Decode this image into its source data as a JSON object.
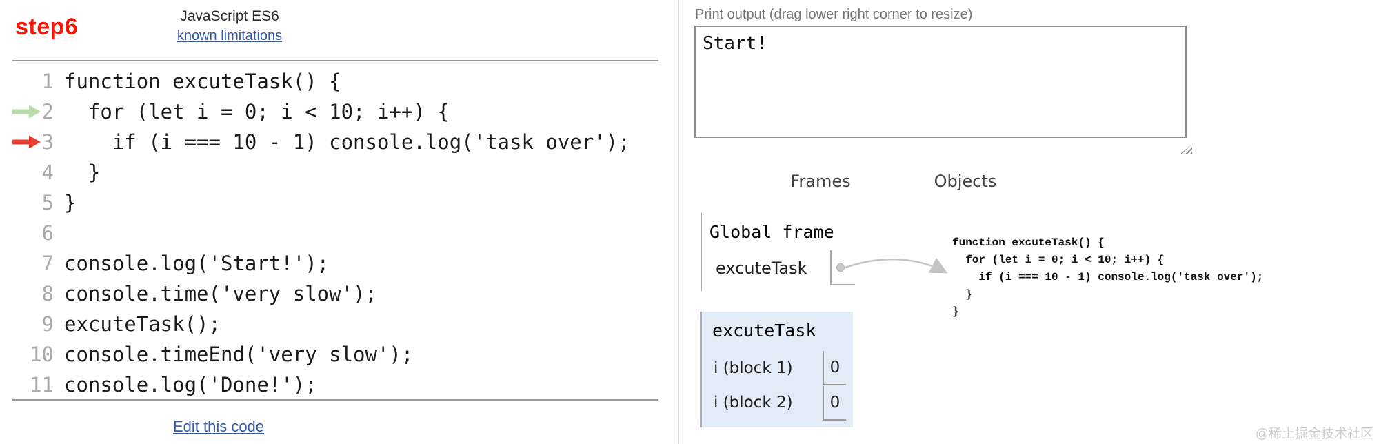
{
  "header": {
    "step_label": "step6",
    "language": "JavaScript ES6",
    "limitations_link": "known limitations"
  },
  "code_panel": {
    "lines": [
      {
        "num": 1,
        "text": "function excuteTask() {",
        "marker": null
      },
      {
        "num": 2,
        "text": "  for (let i = 0; i < 10; i++) {",
        "marker": "green"
      },
      {
        "num": 3,
        "text": "    if (i === 10 - 1) console.log('task over');",
        "marker": "red"
      },
      {
        "num": 4,
        "text": "  }",
        "marker": null
      },
      {
        "num": 5,
        "text": "}",
        "marker": null
      },
      {
        "num": 6,
        "text": "",
        "marker": null
      },
      {
        "num": 7,
        "text": "console.log('Start!');",
        "marker": null
      },
      {
        "num": 8,
        "text": "console.time('very slow');",
        "marker": null
      },
      {
        "num": 9,
        "text": "excuteTask();",
        "marker": null
      },
      {
        "num": 10,
        "text": "console.timeEnd('very slow');",
        "marker": null
      },
      {
        "num": 11,
        "text": "console.log('Done!');",
        "marker": null
      }
    ],
    "edit_link": "Edit this code"
  },
  "output_panel": {
    "label": "Print output (drag lower right corner to resize)",
    "content": "Start!"
  },
  "visualizer": {
    "frames_header": "Frames",
    "objects_header": "Objects",
    "global_frame": {
      "title": "Global frame",
      "variables": [
        {
          "name": "excuteTask",
          "value_type": "pointer-to-function"
        }
      ]
    },
    "function_frame": {
      "title": "excuteTask",
      "variables": [
        {
          "name": "i (block 1)",
          "value": "0"
        },
        {
          "name": "i (block 2)",
          "value": "0"
        }
      ]
    },
    "heap_function": {
      "code_lines": [
        "function excuteTask() {",
        "  for (let i = 0; i < 10; i++) {",
        "    if (i === 10 - 1) console.log('task over');",
        "  }",
        "}"
      ]
    }
  },
  "watermark": "@稀土掘金技术社区",
  "colors": {
    "step_red": "#fb1505",
    "link_blue": "#3457a7",
    "green_arrow": "#b7dbab",
    "red_arrow": "#e93e2e",
    "frame_highlight_bg": "#e2ebf6",
    "pointer_gray": "#c4c4c4"
  }
}
